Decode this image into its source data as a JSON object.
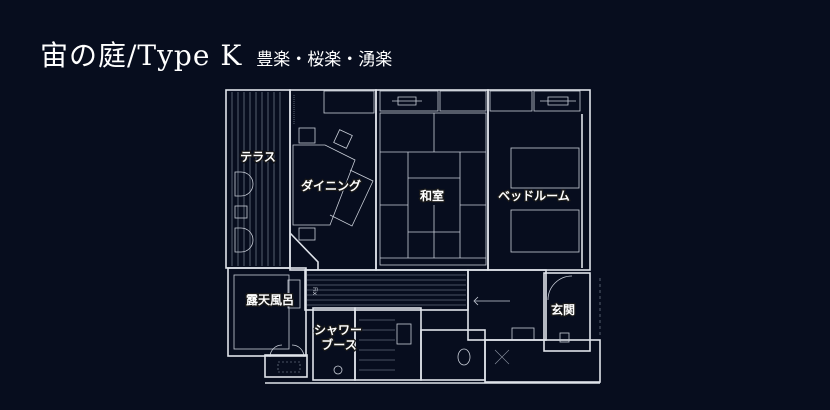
{
  "header": {
    "title": "宙の庭/Type K",
    "subtitle": "豊楽・桜楽・湧楽"
  },
  "floorplan": {
    "rooms": {
      "terrace": "テラス",
      "dining": "ダイニング",
      "washitsu": "和室",
      "bedroom": "ベッドルーム",
      "open_air_bath": "露天風呂",
      "shower_booth_line1": "シャワー",
      "shower_booth_line2": "ブース",
      "entrance": "玄関"
    },
    "fix_label": "Fix"
  },
  "colors": {
    "background": "#070d1e",
    "lines": "#dfe3ea"
  }
}
